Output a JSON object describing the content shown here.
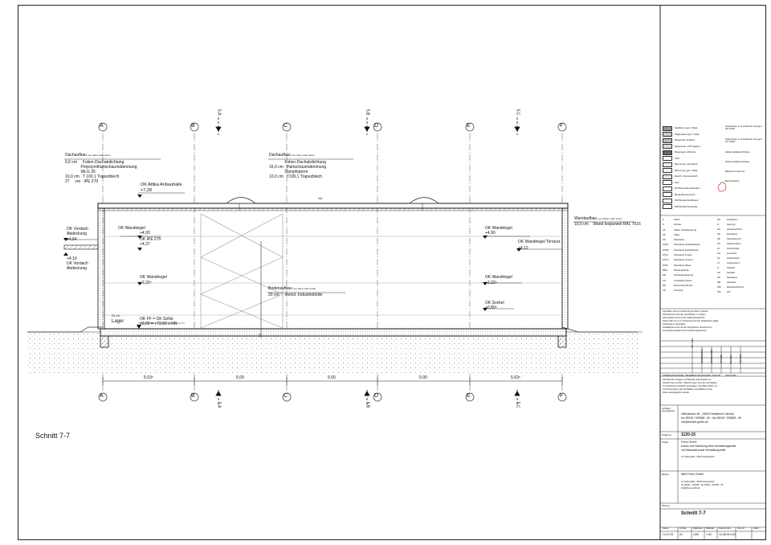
{
  "sheet_label": "Schnitt 7-7",
  "axes": [
    "A",
    "B",
    "C",
    "D",
    "E",
    "F"
  ],
  "section_markers": [
    "5.A",
    "5.B",
    "5.C"
  ],
  "dimensions": [
    "5.03⁵",
    "5.00",
    "5.00",
    "5.00",
    "5.63⁵"
  ],
  "annotations": {
    "roof_left_title": "Dachaufbau",
    "roof_left_small": "von oben nach unten",
    "roof_left_lines": [
      "6,0 cm     Folien-Dachabdichtung",
      "              Polystyrolhartschaumdämmung",
      "              WLG 35",
      "10,0 cm   T 100,1 Trapezblech",
      "27     cm   IPE 270"
    ],
    "roof_right_title": "Dachaufbau",
    "roof_right_small": "von oben nach unten",
    "roof_right_lines": [
      "              Folien-Dachabdichtung",
      "16,0 cm   Hartschaumdämmung",
      "              Dampfsperre",
      "10,0 cm   T100,1 Trapezblech"
    ],
    "ok_attika": "OK Attika Anbauhalle",
    "ok_attika_val": "+7,28",
    "wand_left": "OK Vordach",
    "wand_left2": "Abdeckung",
    "val_464": "+4,64",
    "val_410": "+4,10",
    "uk_vordach": "UK Vordach",
    "uk_abdeckung": "Abdeckung",
    "wandriegel_a": "OK Wandriegel",
    "val_493": "+4,93",
    "ipe": "OK IPE 270",
    "val_437": "+4,37",
    "wandriegel_b": "OK Wandriegel",
    "val_222a": "+2,22⁵",
    "wandriegel_c": "OK Wandriegel",
    "val_490": "+4,90",
    "wandriegel_tor": "OK Wandriegel Torsturz",
    "val_412": "+4,12",
    "wandriegel_d": "OK Wandriegel",
    "val_222b": "+2,22⁵",
    "sockel": "OK Sockel",
    "val_080": "+0,80⁵",
    "wand_title": "Wandaufbau",
    "wand_small": "von außen nach innen",
    "wand_line": "10,0 cm    Wand Isopaneel RAL 7016",
    "boden_title": "Bodenaufbau",
    "boden_small": "von oben nach unten",
    "boden_line": "20 cm     monol. Industrieböde",
    "raum_nr": "01.24",
    "raum": "Lager",
    "ff": "OK FF = OK Sohle",
    "ff_val": "±0,00 = +73,83 ü NN",
    "ka": "KA",
    "twenty": "20"
  },
  "legend": {
    "hatch_items": [
      "Stahlbeton gem. Statik",
      "Wagenbeton gem. Statik",
      "Mauerwerk, Ergänzt",
      "Mauerwerk, nicht tragend",
      "Mauerwerk, Abriss/st",
      "VSG",
      "Dämmung, mineralisch",
      "Dämmung, gem. Statik",
      "Estrich / Zementestrich",
      "Holz",
      "WU Betonwanne/Streifen",
      "Bestandsmauerwerk",
      "F30 Brandschutzklappe",
      "F90 Brandschutzdecke"
    ],
    "height_items": [
      "Höhenkoten in Grundrissen bezogen auf OKFF",
      "Höhenkoten in Grundrissen bezogen auf OKRF",
      "Höhenmaßkette Rohbau",
      "Höhenmaßkette Ausbau",
      "Bauteil mit Nummer",
      "Baumbestand"
    ],
    "abbrev_left": [
      [
        "A",
        "Abluft"
      ],
      [
        "Ü",
        "Fenster"
      ],
      [
        "Ab",
        "Ablauf / Entwässerung"
      ],
      [
        "AK",
        "Attika"
      ],
      [
        "OK",
        "Oberkante"
      ],
      [
        "OKFF",
        "Oberkante Fertigfußboden"
      ],
      [
        "OKRF",
        "Oberkante Rohfußboden"
      ],
      [
        "OKSt",
        "Oberkante Treppe"
      ],
      [
        "OKTU",
        "Oberkante Türsturz"
      ],
      [
        "OKW",
        "Oberkante Wand"
      ],
      [
        "BRH",
        "Brüstungshöhe"
      ],
      [
        "DE",
        "Deckenaussparung"
      ],
      [
        "UK",
        "Unterkante Decke"
      ],
      [
        "DD",
        "Deckendurchbruch"
      ],
      [
        "UK",
        "Unterzug"
      ]
    ],
    "abbrev_right": [
      [
        "GK",
        "Gipskarton"
      ],
      [
        "H",
        "Heizung"
      ],
      [
        "HA",
        "Hausanschluss"
      ],
      [
        "HK",
        "Heizkörper"
      ],
      [
        "KE",
        "Kaminelement"
      ],
      [
        "KS",
        "Kalksandstein"
      ],
      [
        "KI",
        "Küchenzeile"
      ],
      [
        "KO",
        "Konvektor"
      ],
      [
        "LS",
        "Lichtschacht"
      ],
      [
        "LT",
        "Lüftungsturm"
      ],
      [
        "S",
        "Schacht"
      ],
      [
        "SA",
        "Schalter"
      ],
      [
        "SH",
        "Steckdose"
      ],
      [
        "SM",
        "Stellmaß"
      ],
      [
        "WD",
        "Wanddurchbruch"
      ],
      [
        "WC",
        "WC"
      ]
    ],
    "notes": [
      "Alle Maße sind vor Ausführung am Bau zu prüfen.",
      "Widersprüche sind dem Architekten zu melden.",
      "Alle Angaben sind mit der Statik abzugleichen.",
      "Dieser Plan ist nur in Verbindung mit den Detailplänen gültig.",
      "Änderungen vorbehalten.",
      "Installationen sind mit den Fachplanern abzustimmen.",
      "Konstruktionsdetails siehe Ausführungsplanung."
    ]
  },
  "revision_header": "ÄNDERUNGSINDEX / BEARBEITUNGSSTAND / DATUM",
  "revision_tail": "LEISTUNG",
  "title_notes": [
    "Alle Bauteile, Anlagen und Bauteile sind bauseits vor",
    "Ausführung zu prüfen. Abweichungen sind dem Architekten",
    "vor Ausführung schriftlich anzuzeigen. Die Pläne dürfen nur",
    "mit Genehmigung des Architekten vervielfältigt und an",
    "Dritte weitergegeben werden."
  ],
  "architect_label": "Architekt / Generalplaner",
  "architect_lines": [
    "Uffelnstraße 48   -   23843 Heidebeck Clarholz",
    "fon 05245 / 925668 - 60  -  fax 05245 / 925668 - 69",
    "info@bunker-gmbh.de"
  ],
  "project_nr_label": "Projekt-Nr.",
  "project_nr": "1120-15",
  "project_label": "Projekt",
  "project_lines": [
    "Frenz GmbH",
    "Anbau und Sanierung einer Ausstellungshalle",
    "mit Werkstatt sowie Verwaltungstrakt",
    "",
    "Im Krähenpfad - 33619 Harsewinkel"
  ],
  "owner_label": "Bauherr",
  "owner_name": "Willi Frenz GmbH",
  "owner_lines": [
    "Im Krähenpfad - 33619 Harsewinkel",
    "fon 05241 - 679050  -  fax 05241 - 679050 - 50",
    "info@frenz-gmbh.de"
  ],
  "plan_label": "Planung",
  "plan_title": "Schnitt 7-7",
  "footer": {
    "headers": [
      "Datum",
      "Format",
      "Bearbeiter",
      "Maßstab",
      "Plannummer",
      "Plan-Nr.",
      "Index"
    ],
    "values": [
      "14.12.15",
      "A1",
      "LSM",
      "1:50",
      "10-08-94.5.64",
      "",
      ""
    ]
  },
  "revision_cols": [
    "ENTWURF",
    "GENEHMIGUNG",
    "WERKPLANUNG",
    "VERGABE",
    "BESTAND",
    "FREIGABE"
  ]
}
